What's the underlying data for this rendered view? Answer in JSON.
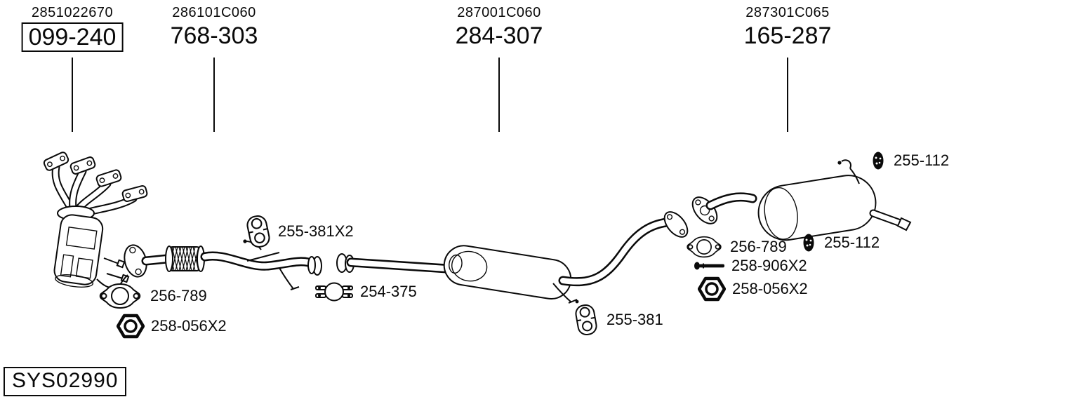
{
  "colors": {
    "background": "#ffffff",
    "line": "#0a0a0a"
  },
  "header_groups": [
    {
      "oem": "2851022670",
      "part": "099-240",
      "boxed": true
    },
    {
      "oem": "286101C060",
      "part": "768-303",
      "boxed": false
    },
    {
      "oem": "287001C060",
      "part": "284-307",
      "boxed": false
    },
    {
      "oem": "287301C065",
      "part": "165-287",
      "boxed": false
    }
  ],
  "part_labels": [
    {
      "id": "front-hanger",
      "icon": "rubber-hanger-icon",
      "text": "255-381X2"
    },
    {
      "id": "front-gasket",
      "icon": "gasket-icon",
      "text": "256-789"
    },
    {
      "id": "front-nut",
      "icon": "hex-nut-icon",
      "text": "258-056X2"
    },
    {
      "id": "center-clamp",
      "icon": "pipe-clamp-icon",
      "text": "254-375"
    },
    {
      "id": "mid-hanger",
      "icon": "rubber-hanger-icon",
      "text": "255-381"
    },
    {
      "id": "rear-gasket",
      "icon": "gasket-icon",
      "text": "256-789"
    },
    {
      "id": "rear-bolt",
      "icon": "bolt-icon",
      "text": "258-906X2"
    },
    {
      "id": "rear-nut",
      "icon": "hex-nut-icon",
      "text": "258-056X2"
    },
    {
      "id": "tail-grommet-top",
      "icon": "grommet-icon",
      "text": "255-112"
    },
    {
      "id": "tail-grommet-bottom",
      "icon": "grommet-icon",
      "text": "255-112"
    }
  ],
  "sys_code": "SYS02990"
}
